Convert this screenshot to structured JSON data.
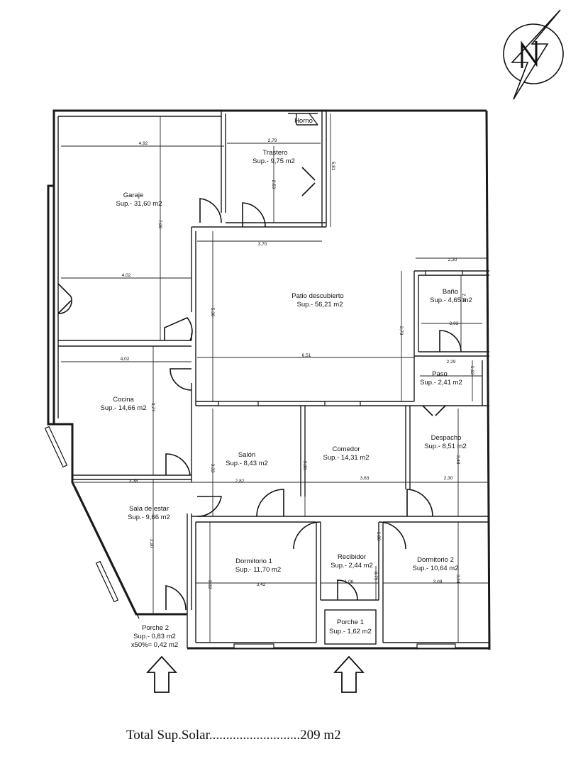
{
  "rooms": [
    {
      "id": "horno",
      "name": "Horno",
      "area": ""
    },
    {
      "id": "trastero",
      "name": "Trastero",
      "area": "Sup.- 9,75 m2"
    },
    {
      "id": "garaje",
      "name": "Garaje",
      "area": "Sup.- 31,60 m2"
    },
    {
      "id": "patio",
      "name": "Patio descubierto",
      "area": "Sup.- 56,21 m2"
    },
    {
      "id": "bano",
      "name": "Baño",
      "area": "Sup.- 4,65 m2"
    },
    {
      "id": "paso",
      "name": "Paso",
      "area": "Sup.- 2,41 m2"
    },
    {
      "id": "cocina",
      "name": "Cocina",
      "area": "Sup.- 14,66 m2"
    },
    {
      "id": "salon",
      "name": "Salón",
      "area": "Sup.- 8,43 m2"
    },
    {
      "id": "comedor",
      "name": "Comedor",
      "area": "Sup.- 14,31 m2"
    },
    {
      "id": "despacho",
      "name": "Despacho",
      "area": "Sup.- 8,51 m2"
    },
    {
      "id": "sala",
      "name": "Sala de estar",
      "area": "Sup.- 9,66 m2"
    },
    {
      "id": "dorm1",
      "name": "Dormitorio 1",
      "area": "Sup.- 11,70 m2"
    },
    {
      "id": "recibidor",
      "name": "Recibidor",
      "area": "Sup.- 2,44 m2"
    },
    {
      "id": "dorm2",
      "name": "Dormitorio 2",
      "area": "Sup.- 10,64 m2"
    },
    {
      "id": "porche1",
      "name": "Porche 1",
      "area": "Sup.- 1,62 m2"
    },
    {
      "id": "porche2",
      "name": "Porche 2",
      "area": "Sup.- 0,83 m2",
      "extra": "x50%= 0,42 m2"
    }
  ],
  "dimensions": {
    "garaje_w_top": "4,92",
    "trastero_w": "2,79",
    "trastero_h": "2,53",
    "patio_right_h": "5,81",
    "garaje_h": "7,00",
    "patio_w_top": "3,70",
    "garaje_w_mid": "4,02",
    "patio_h": "5,30",
    "bano_w_top": "2,30",
    "bano_h": "2,29",
    "bano_w": "2,03",
    "patio_h_right": "3,78",
    "patio_w_bottom": "6,51",
    "cocina_w": "4,02",
    "paso_w": "2,29",
    "paso_h": "1,12",
    "cocina_h": "3,77",
    "salon_h": "3,33",
    "comedor_h": "3,30",
    "despacho_h": "3,48",
    "sala_w": "3,38",
    "salon_w": "2,82",
    "comedor_w": "3,63",
    "despacho_w": "2,30",
    "recibidor_h": "1,80",
    "sala_h": "3,90",
    "dorm1_h": "3,32",
    "dorm1_w": "3,42",
    "recibidor_w": "1,06",
    "recibidor_h2": "0,79",
    "dorm2_w": "3,09",
    "dorm2_h": "3,34"
  },
  "total": {
    "label": "Total Sup.Solar",
    "dots": "...........................",
    "value": "209 m2"
  }
}
